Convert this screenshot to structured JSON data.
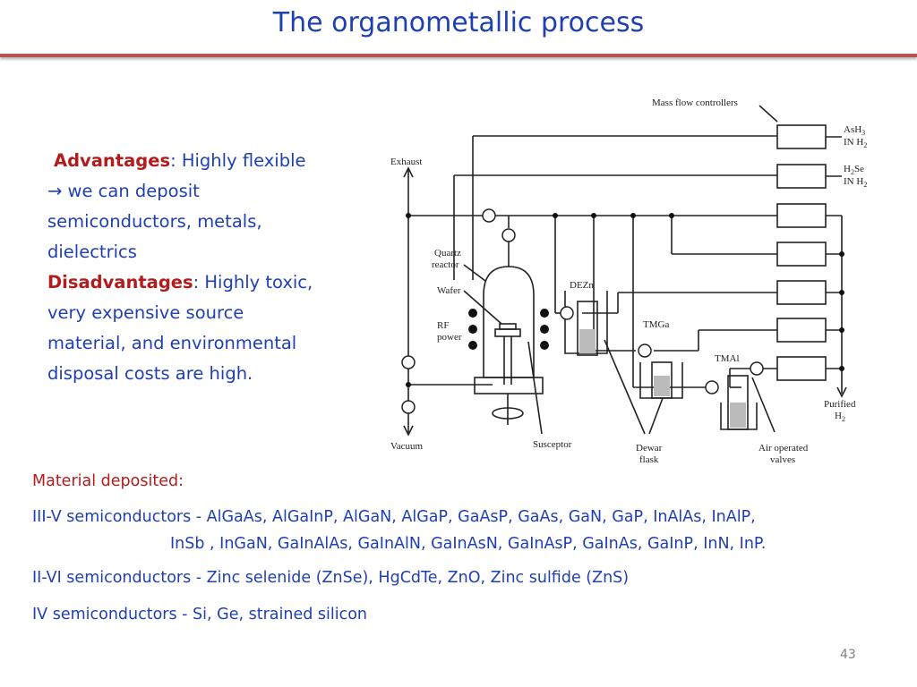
{
  "slide": {
    "title": "The organometallic process",
    "page_number": "43"
  },
  "text": {
    "advantages_label": "Advantages",
    "advantages_line1": ": Highly flexible",
    "advantages_line2": "→ we can deposit",
    "advantages_line3": "semiconductors, metals,",
    "advantages_line4": "dielectrics",
    "disadvantages_label": "Disadvantages",
    "disadvantages_line1": ": Highly toxic,",
    "disadvantages_line2": "very expensive source",
    "disadvantages_line3": "material, and environmental",
    "disadvantages_line4": "disposal costs are high."
  },
  "materials": {
    "heading": "Material deposited:",
    "iii_v_line1": "III-V semiconductors - AlGaAs, AlGaInP, AlGaN, AlGaP, GaAsP, GaAs, GaN, GaP, InAlAs, InAlP,",
    "iii_v_line2": "InSb , InGaN, GaInAlAs, GaInAlN, GaInAsN, GaInAsP, GaInAs, GaInP, InN, InP.",
    "ii_vi": "II-VI semiconductors - Zinc selenide (ZnSe), HgCdTe, ZnO, Zinc sulfide (ZnS)",
    "iv": "IV semiconductors - Si, Ge, strained silicon"
  },
  "diagram": {
    "mass_flow": "Mass flow controllers",
    "ash3": "AsH",
    "ash3_sub": "3",
    "ash3_in": "IN H",
    "ash3_in_sub": "2",
    "h2se": "H",
    "h2se_sub": "2",
    "h2se_tail": "Se",
    "h2se_in": "IN H",
    "h2se_in_sub": "2",
    "exhaust": "Exhaust",
    "quartz1": "Quartz",
    "quartz2": "reactor",
    "wafer": "Wafer",
    "rf1": "RF",
    "rf2": "power",
    "dezn": "DEZn",
    "tmga": "TMGa",
    "tmal": "TMAl",
    "purified1": "Purified",
    "purified2": "H",
    "purified2_sub": "2",
    "vacuum": "Vacuum",
    "susceptor": "Susceptor",
    "dewar1": "Dewar",
    "dewar2": "flask",
    "air1": "Air operated",
    "air2": "valves"
  }
}
